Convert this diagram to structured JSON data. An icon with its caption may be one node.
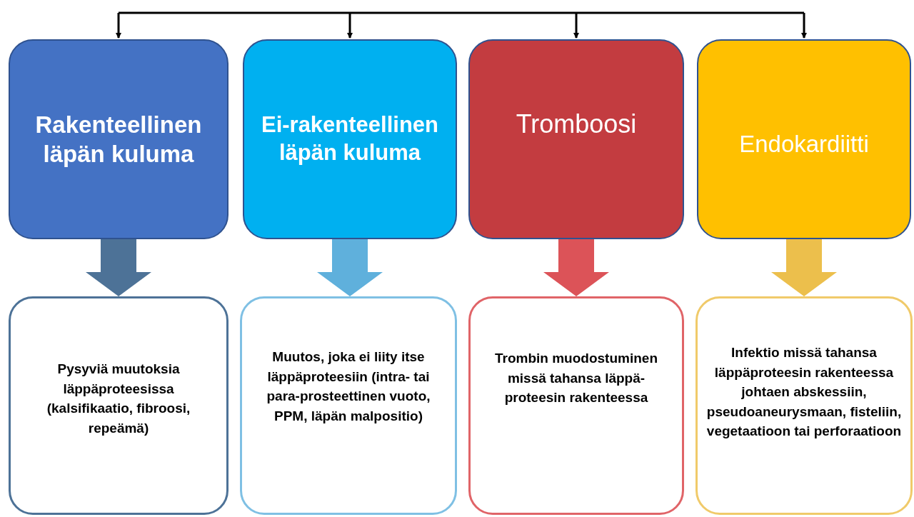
{
  "diagram": {
    "nodes": [
      {
        "text": [
          "Rakenteellinen läpän kuluma"
        ]
      },
      {
        "text": [
          "Ei-rakenteellinen läpän kuluma"
        ]
      },
      {
        "text": [
          "Tromboosi"
        ]
      },
      {
        "text": [
          "Endokardiitti"
        ]
      },
      {
        "text": [
          "Pysyviä muutoksia läppäproteesissa (kalsifikaatio, fibroosi, repeämä)"
        ]
      },
      {
        "text": [
          "Muutos, joka ei liity itse läppäproteesiin (intra- tai para-prosteettinen vuoto, PPM, läpän malpositio)"
        ]
      },
      {
        "text": [
          "Trombin muodostuminen missä tahansa läppä-proteesin rakenteessa"
        ]
      },
      {
        "text": [
          "Infektio missä tahansa läppäproteesin rakenteessa johtaen abskessiin, pseudoaneurysmaan, fisteliin, vegetaatioon tai perforaatioon"
        ]
      }
    ],
    "edges": [
      {
        "from": null,
        "to": 0,
        "arrow": "to"
      },
      {
        "from": null,
        "to": 1,
        "arrow": "to"
      },
      {
        "from": null,
        "to": 2,
        "arrow": "to"
      },
      {
        "from": null,
        "to": 3,
        "arrow": "to"
      },
      {
        "from": 0,
        "to": 4,
        "arrow": "to",
        "style": "thick",
        "color": "#4d7297"
      },
      {
        "from": 1,
        "to": 5,
        "arrow": "to",
        "style": "thick",
        "color": "#5fb0dc"
      },
      {
        "from": 2,
        "to": 6,
        "arrow": "to",
        "style": "thick",
        "color": "#dc5358"
      },
      {
        "from": 3,
        "to": 7,
        "arrow": "to",
        "style": "thick",
        "color": "#ecbf4c"
      }
    ]
  }
}
